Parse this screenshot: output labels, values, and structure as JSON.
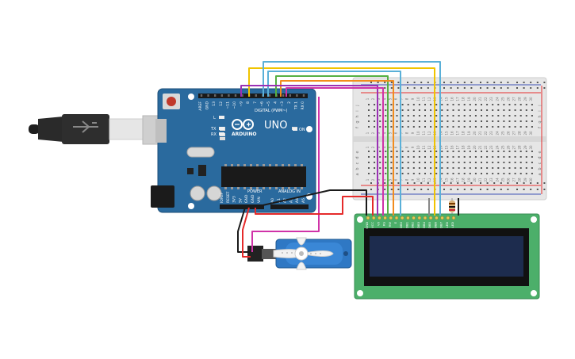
{
  "arduino": {
    "brand": "ARDUINO",
    "model": "UNO",
    "digital_label": "DIGITAL (PWM~)",
    "power_label": "POWER",
    "analog_label": "ANALOG IN",
    "on_label": "ON",
    "l_label": "L",
    "tx_label": "TX",
    "rx_label": "RX",
    "digital_pins": [
      "AREF",
      "GND",
      "13",
      "12",
      "~11",
      "~10",
      "~9",
      "8",
      "7",
      "~6",
      "~5",
      "4",
      "~3",
      "2",
      "TX 1",
      "RX 0"
    ],
    "power_pins": [
      "IOREF",
      "RESET",
      "3V3",
      "5V",
      "GND",
      "GND",
      "VIN"
    ],
    "analog_pins": [
      "A0",
      "A1",
      "A2",
      "A3",
      "A4",
      "A5"
    ]
  },
  "breadboard": {
    "column_numbers": [
      "1",
      "2",
      "3",
      "4",
      "5",
      "6",
      "7",
      "8",
      "9",
      "10",
      "11",
      "12",
      "13",
      "14",
      "15",
      "16",
      "17",
      "18",
      "19",
      "20",
      "21",
      "22",
      "23",
      "24",
      "25",
      "26",
      "27",
      "28",
      "29",
      "30"
    ],
    "row_letters_top": [
      "j",
      "i",
      "h",
      "g",
      "f"
    ],
    "row_letters_bottom": [
      "e",
      "d",
      "c",
      "b",
      "a"
    ]
  },
  "lcd": {
    "pin_labels": [
      "GND",
      "VCC",
      "V0",
      "RS",
      "RW",
      "E",
      "DB0",
      "DB1",
      "DB2",
      "DB3",
      "DB4",
      "DB5",
      "DB6",
      "DB7",
      "LED",
      "LED"
    ]
  },
  "colors": {
    "board": "#2a6a9e",
    "breadboard": "#e6e6e6",
    "lcd_pcb": "#4caf6a",
    "lcd_screen": "#1d2c4e",
    "servo": "#2f78c4",
    "wire_purple": "#9b30b5",
    "wire_yellow": "#f0c400",
    "wire_blue": "#5ab0d8",
    "wire_green": "#55b043",
    "wire_orange": "#f28c1e",
    "wire_red": "#e52a2a",
    "wire_black": "#1a1a1a",
    "wire_magenta": "#d033a8"
  }
}
